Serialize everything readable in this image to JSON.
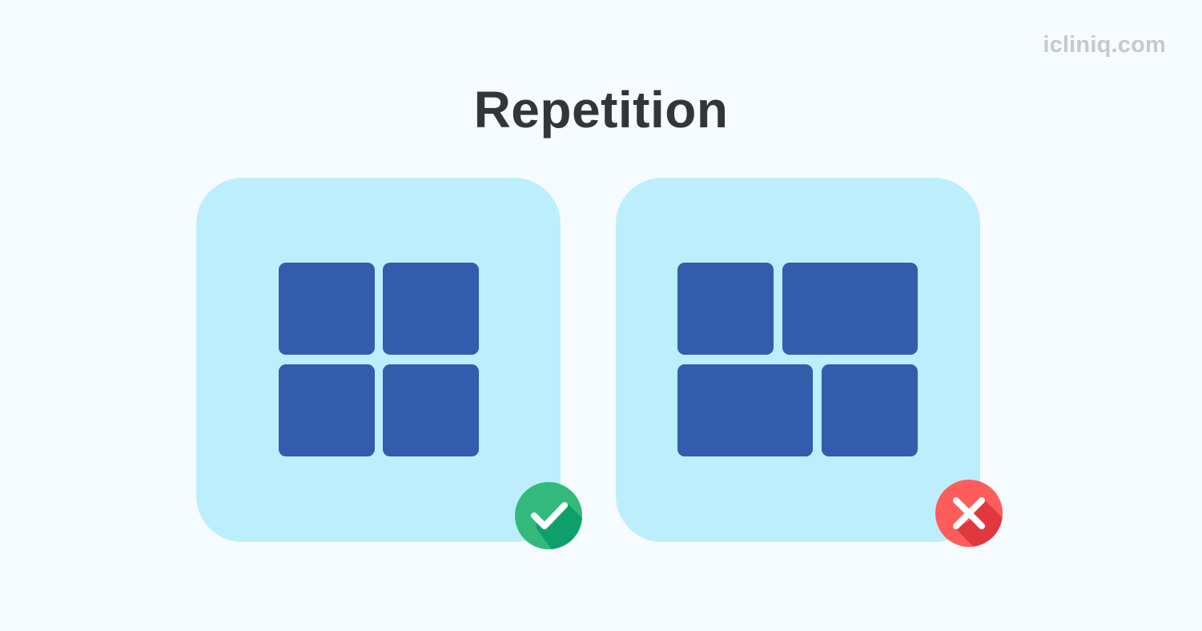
{
  "brand": "icliniq.com",
  "title": "Repetition",
  "panels": [
    {
      "id": "consistent-layout",
      "verdict": "correct",
      "verdict_icon": "check-mark-icon",
      "verdict_color": "#33b97c"
    },
    {
      "id": "inconsistent-layout",
      "verdict": "incorrect",
      "verdict_icon": "cross-mark-icon",
      "verdict_color": "#ff5c5c"
    }
  ],
  "colors": {
    "background": "#f5fbfe",
    "panel": "#bdeefd",
    "tile": "#315dac",
    "title": "#333539",
    "brand": "#c7c9cb"
  }
}
